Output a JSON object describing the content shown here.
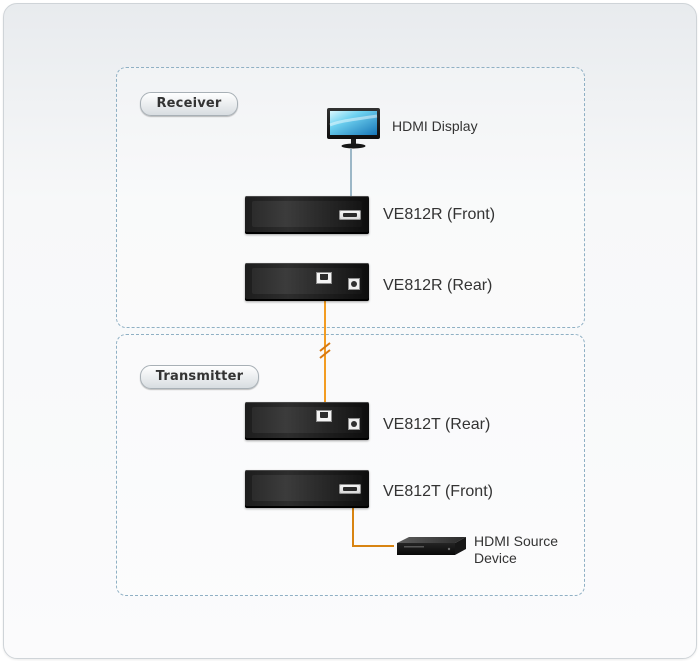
{
  "sections": {
    "receiver": "Receiver",
    "transmitter": "Transmitter"
  },
  "devices": {
    "receiver_front": "VE812R (Front)",
    "receiver_rear": "VE812R (Rear)",
    "transmitter_rear": "VE812T (Rear)",
    "transmitter_front": "VE812T (Front)"
  },
  "endpoints": {
    "display": "HDMI Display",
    "source_line1": "HDMI Source",
    "source_line2": "Device"
  },
  "icons": {
    "display": "monitor-icon",
    "source": "hdmi-source-device-icon",
    "hdmi_port": "hdmi-port-icon",
    "ethernet_port": "rj45-port-icon",
    "power_port": "power-port-icon",
    "cable_break": "cable-break-icon"
  },
  "colors": {
    "panel_border": "#8fb0c4",
    "device_body": "#1d1d1d",
    "display_cable": "#9cb7c7",
    "link_cable": "#f39c22",
    "source_cable": "#d88412",
    "text": "#333333"
  }
}
